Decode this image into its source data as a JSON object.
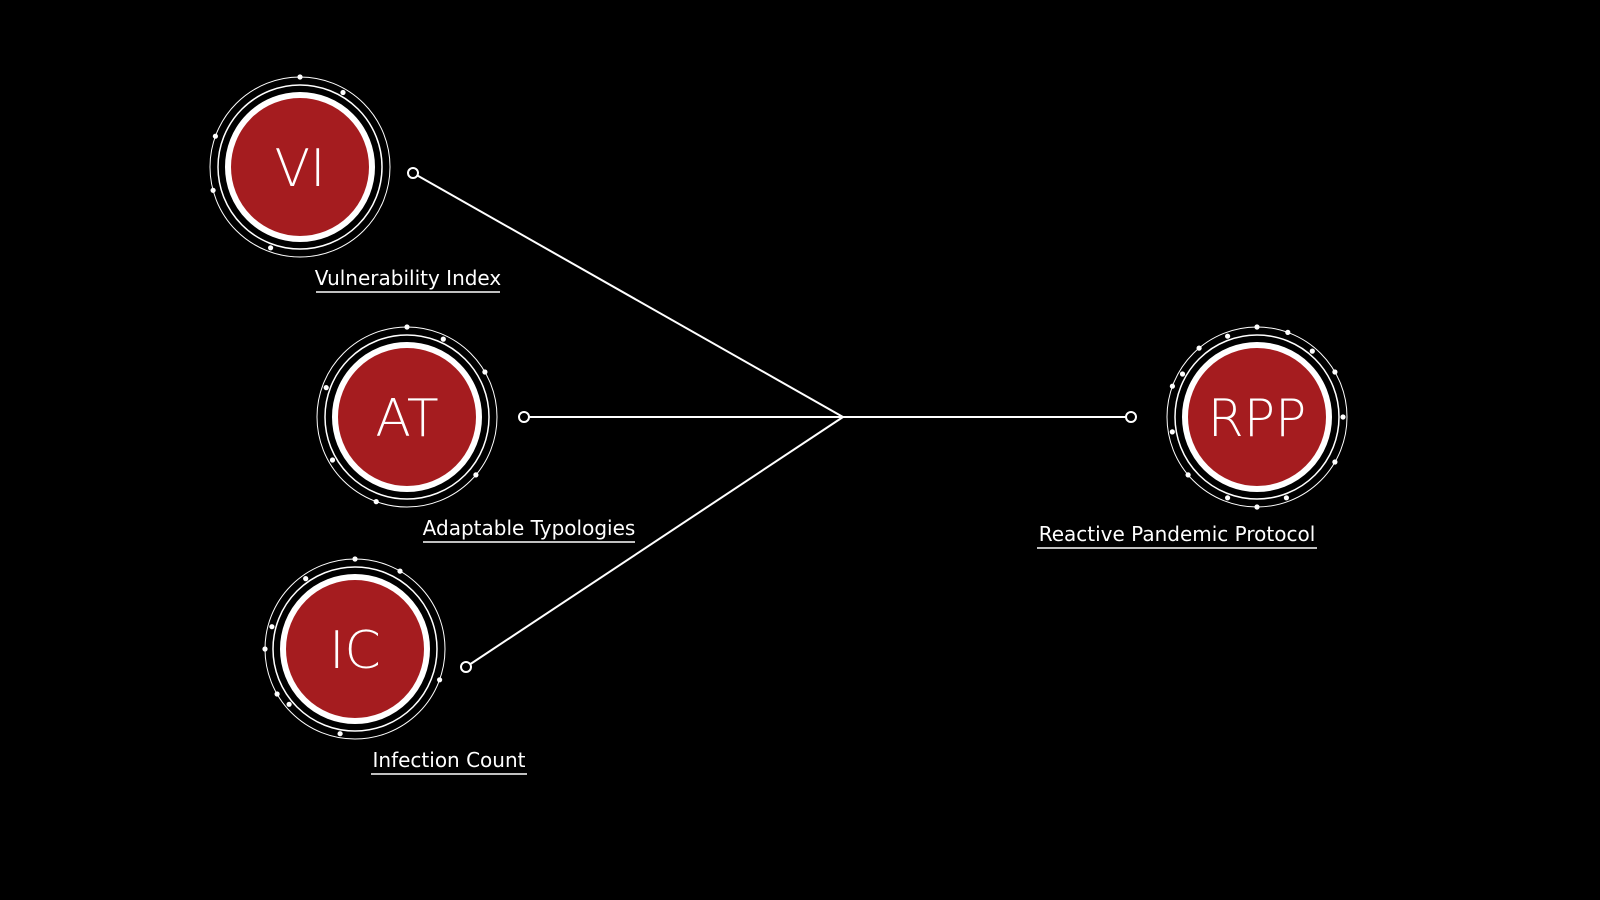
{
  "diagram": {
    "colors": {
      "background": "#000000",
      "node_fill": "#A51C1F",
      "ring": "#ffffff",
      "line": "#ffffff",
      "text": "#ffffff"
    },
    "nodes": [
      {
        "id": "vi",
        "abbr": "VI",
        "label": "Vulnerability Index"
      },
      {
        "id": "at",
        "abbr": "AT",
        "label": "Adaptable Typologies"
      },
      {
        "id": "ic",
        "abbr": "IC",
        "label": "Infection Count"
      },
      {
        "id": "rpp",
        "abbr": "RPP",
        "label": "Reactive Pandemic Protocol"
      }
    ],
    "edges": [
      {
        "from": "vi",
        "to": "rpp"
      },
      {
        "from": "at",
        "to": "rpp"
      },
      {
        "from": "ic",
        "to": "rpp"
      }
    ]
  }
}
